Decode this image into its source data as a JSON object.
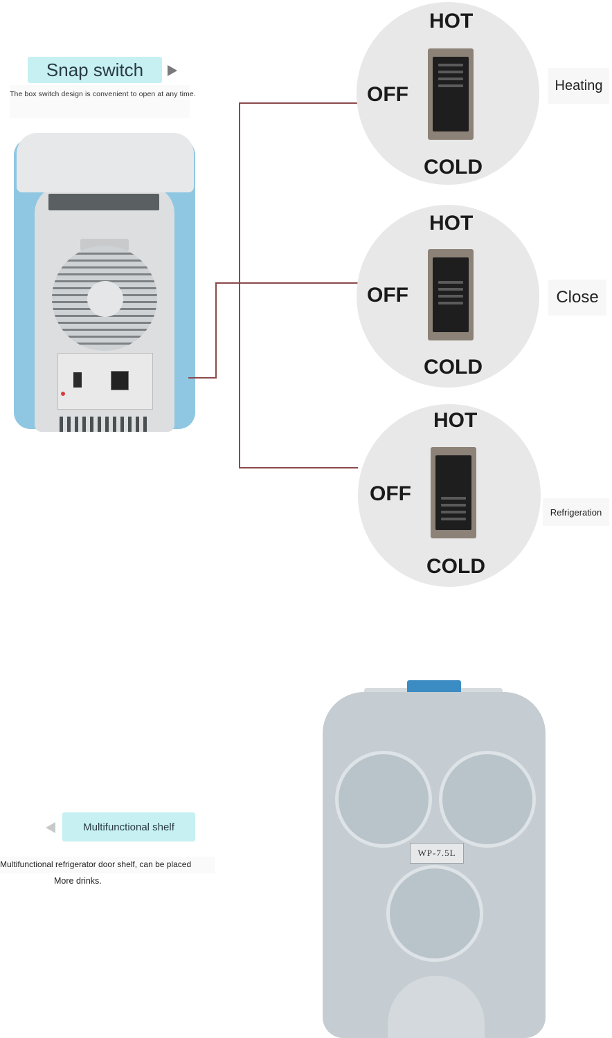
{
  "snap_label": "Snap switch",
  "snap_desc": "The box switch design is convenient to open at any time.",
  "switches": [
    {
      "hot": "HOT",
      "off": "OFF",
      "cold": "COLD",
      "position": "hot",
      "mode": "Heating"
    },
    {
      "hot": "HOT",
      "off": "OFF",
      "cold": "COLD",
      "position": "off",
      "mode": "Close"
    },
    {
      "hot": "HOT",
      "off": "OFF",
      "cold": "COLD",
      "position": "cold",
      "mode": "Refrigeration"
    }
  ],
  "shelf_label": "Multifunctional shelf",
  "shelf_desc_1": "Multifunctional refrigerator door shelf, can be placed",
  "shelf_desc_2": "More drinks.",
  "model_badge": "WP-7.5L",
  "colors": {
    "accent_label_bg": "#c6f0f2",
    "body_blue": "#8fc7e3",
    "leader_line": "#8a4a4a",
    "tab_blue": "#3c8cc4"
  }
}
